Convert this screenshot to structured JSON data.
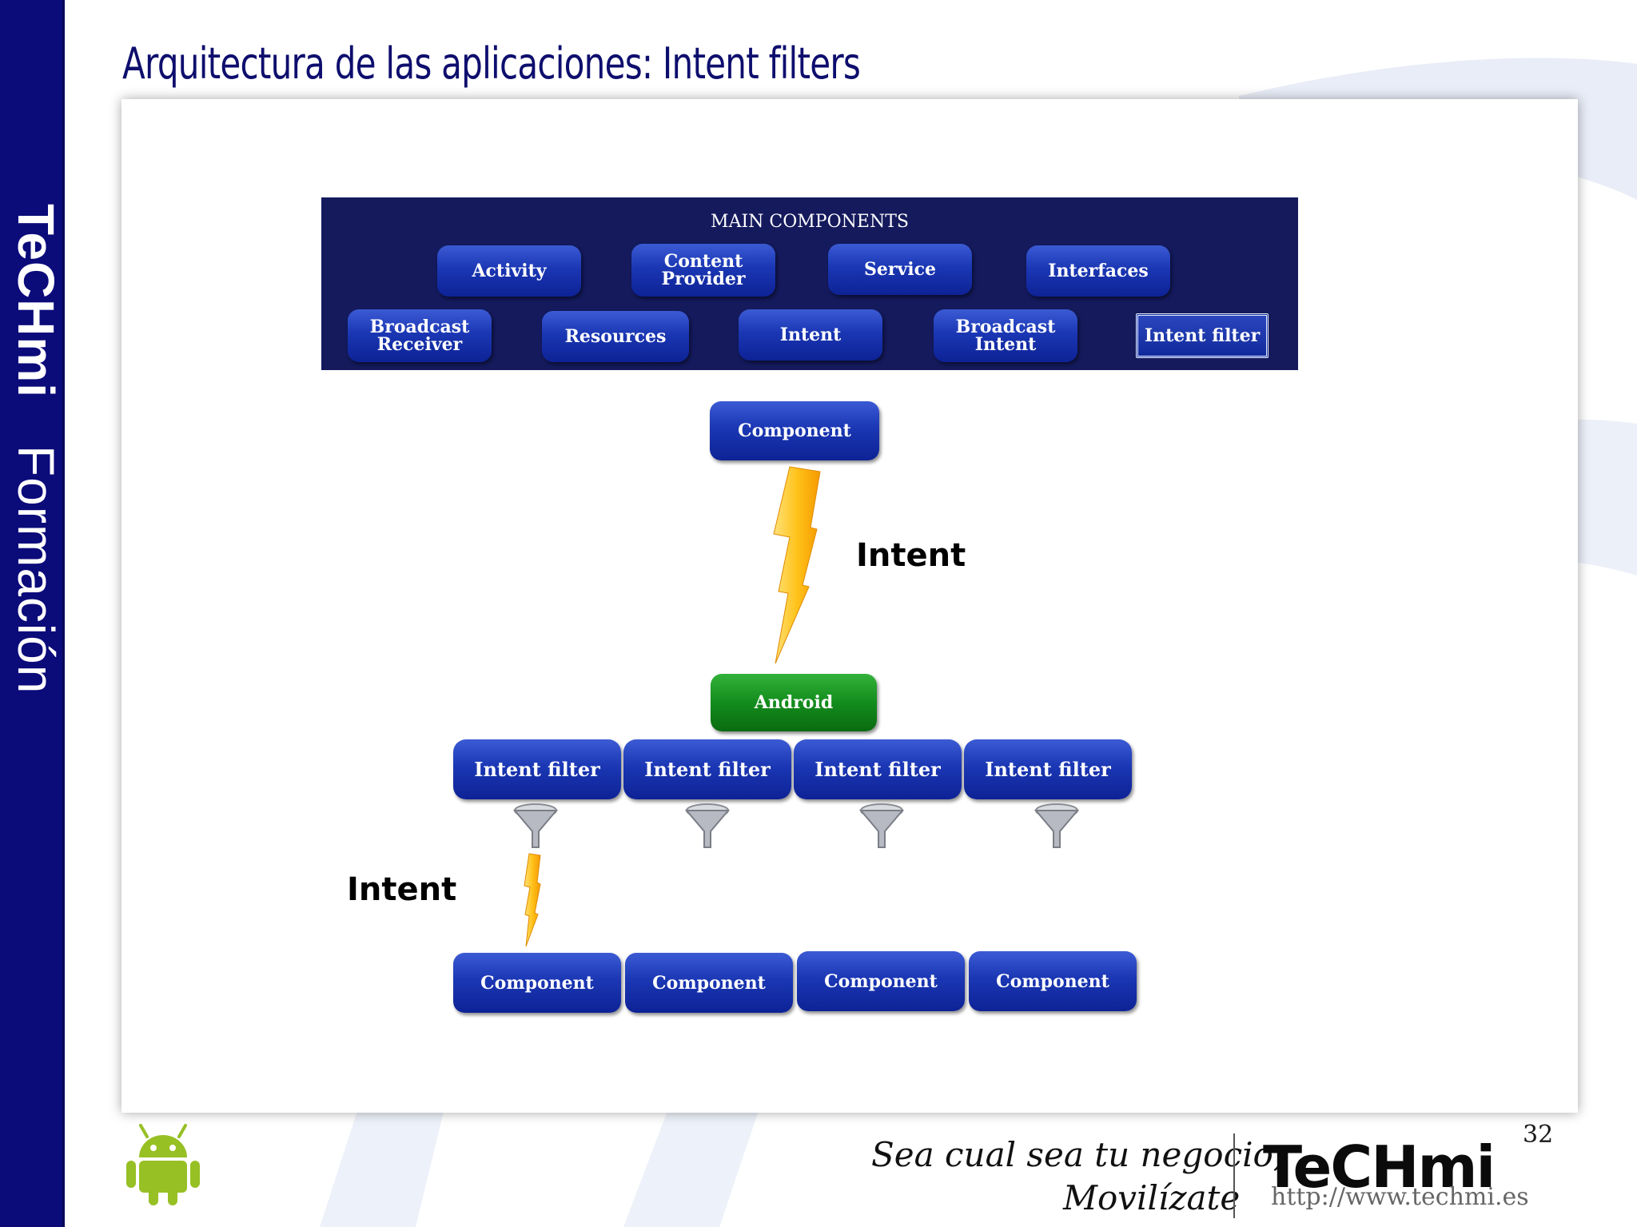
{
  "slide": {
    "title": "Arquitectura de las aplicaciones: Intent filters",
    "page_number": "32"
  },
  "sidebar": {
    "brand_bold": "TeCHmi",
    "brand_light": "Formación",
    "bg_color": "#0b0b7a"
  },
  "main_components": {
    "title": "MAIN COMPONENTS",
    "row1": [
      "Activity",
      "Content Provider",
      "Service",
      "Interfaces"
    ],
    "row2": [
      "Broadcast Receiver",
      "Resources",
      "Intent",
      "Broadcast Intent",
      "Intent filter"
    ],
    "selected": "Intent filter"
  },
  "diagram": {
    "top_component": "Component",
    "intent_label_top": "Intent",
    "android": "Android",
    "filters": [
      "Intent filter",
      "Intent filter",
      "Intent filter",
      "Intent filter"
    ],
    "intent_label_bottom": "Intent",
    "components": [
      "Component",
      "Component",
      "Component",
      "Component"
    ]
  },
  "footer": {
    "slogan_line1": "Sea cual sea tu negocio,",
    "slogan_line2": "Movilízate",
    "logo": "TeCHmi",
    "url": "http://www.techmi.es"
  },
  "colors": {
    "pill_blue": "#1b37b4",
    "android_green": "#138c1d",
    "panel_navy": "#141a5c",
    "title_color": "#0e0e6e"
  }
}
